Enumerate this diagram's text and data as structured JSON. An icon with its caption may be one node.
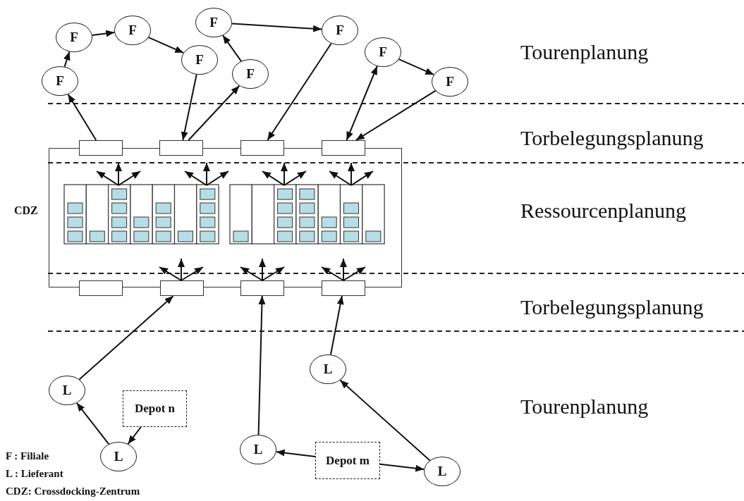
{
  "diagram": {
    "nodes": [
      {
        "text": [
          "F"
        ]
      },
      {
        "text": [
          "F"
        ]
      },
      {
        "text": [
          "F"
        ]
      },
      {
        "text": [
          "F"
        ]
      },
      {
        "text": [
          "F"
        ]
      },
      {
        "text": [
          "F"
        ]
      },
      {
        "text": [
          "F"
        ]
      },
      {
        "text": [
          "F"
        ]
      },
      {
        "text": [
          "F"
        ]
      },
      {
        "text": [
          "CDZ"
        ]
      },
      {
        "text": [],
        "shape": "box"
      },
      {
        "text": [],
        "shape": "box"
      },
      {
        "text": [],
        "shape": "box"
      },
      {
        "text": [],
        "shape": "box"
      },
      {
        "text": [],
        "shape": "box"
      },
      {
        "text": [],
        "shape": "box"
      },
      {
        "text": [],
        "shape": "box"
      },
      {
        "text": [],
        "shape": "box"
      },
      {
        "text": [
          "L"
        ]
      },
      {
        "text": [
          "L"
        ]
      },
      {
        "text": [
          "Depot n"
        ]
      },
      {
        "text": [
          "L"
        ]
      },
      {
        "text": [
          "L"
        ]
      },
      {
        "text": [
          "Depot m"
        ]
      },
      {
        "text": [
          "L"
        ]
      }
    ],
    "edges": [
      {
        "from": 0,
        "to": 1,
        "arrow": "to"
      },
      {
        "from": 1,
        "to": 2,
        "arrow": "to"
      },
      {
        "from": 2,
        "to": 3,
        "arrow": "to"
      },
      {
        "from": 5,
        "to": 4,
        "arrow": "to"
      },
      {
        "from": 4,
        "to": 6,
        "arrow": "to"
      },
      {
        "from": 7,
        "to": 8,
        "arrow": "to"
      },
      {
        "from": 10,
        "to": 0,
        "arrow": "to"
      },
      {
        "from": 3,
        "to": 11,
        "arrow": "to"
      },
      {
        "from": 11,
        "to": 5,
        "arrow": "to"
      },
      {
        "from": 6,
        "to": 12,
        "arrow": "to"
      },
      {
        "from": 13,
        "to": 7,
        "arrow": "both"
      },
      {
        "from": 8,
        "to": 13,
        "arrow": "to"
      },
      {
        "from": 18,
        "to": 15,
        "arrow": "to"
      },
      {
        "from": 21,
        "to": 18,
        "arrow": "to"
      },
      {
        "from": 20,
        "to": 21,
        "arrow": "to"
      },
      {
        "from": 22,
        "to": 16,
        "arrow": "to"
      },
      {
        "from": 23,
        "to": 22,
        "arrow": "to"
      },
      {
        "from": 23,
        "to": 24,
        "arrow": "to"
      },
      {
        "from": 24,
        "to": 19,
        "arrow": "to"
      },
      {
        "from": 19,
        "to": 17,
        "arrow": "to"
      }
    ],
    "labels": [
      "Tourenplanung",
      "Torbelegungsplanung",
      "Ressourcenplanung",
      "Torbelegungsplanung",
      "Tourenplanung",
      "F : Filiale",
      "L : Lieferant",
      "CDZ: Crossdocking-Zentrum"
    ]
  }
}
